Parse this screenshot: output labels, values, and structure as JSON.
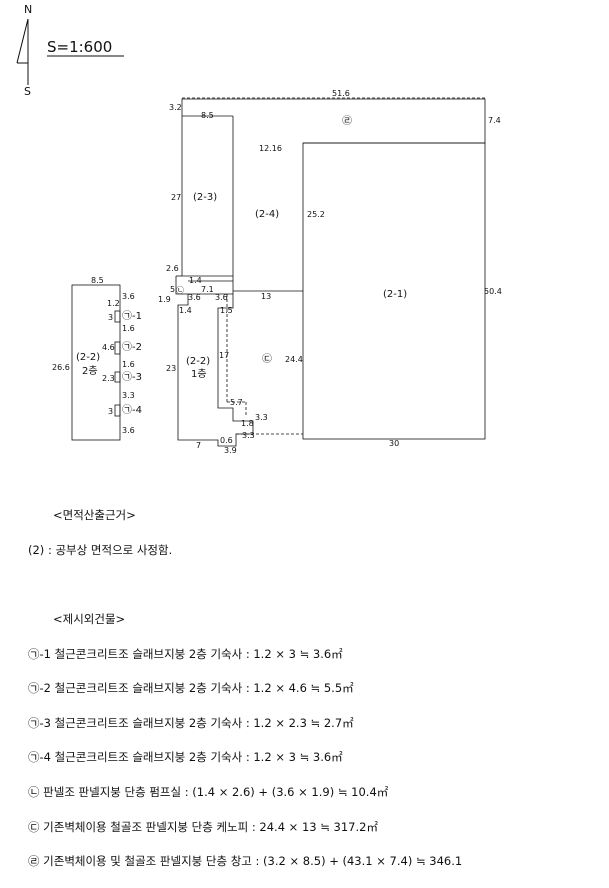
{
  "header": {
    "north": "N",
    "south": "S",
    "scale": "S=1:600"
  },
  "areas": {
    "a2_1": "(2-1)",
    "a2_2": "(2-2)",
    "a2_2_floor": "1층",
    "a2_2b": "(2-2)",
    "a2_2b_floor": "2층",
    "a2_3": "(2-3)",
    "a2_4": "(2-4)",
    "circ_d": "㉣",
    "circ_c": "㉢",
    "circ_b": "㉡",
    "g1": "㉠-1",
    "g2": "㉠-2",
    "g3": "㉠-3",
    "g4": "㉠-4"
  },
  "dims": {
    "d51_6": "51.6",
    "d3_2": "3.2",
    "d8_5": "8.5",
    "d7_4": "7.4",
    "d12_16": "12.16",
    "d27": "27",
    "d25_2": "25.2",
    "d50_4": "50.4",
    "d2_6": "2.6",
    "d1_4a": "1.4",
    "d7_1": "7.1",
    "d5": "5",
    "d1_9": "1.9",
    "d3_6a": "3.6",
    "d3_6b": "3.6",
    "d13": "13",
    "d1_4b": "1.4",
    "d1_5": "1.5",
    "d17": "17",
    "d23": "23",
    "d24_4": "24.4",
    "d5_7": "5.7",
    "d3_3a": "3.3",
    "d1_8": "1.8",
    "d3_3b": "3.3",
    "d7": "7",
    "d0_6": "0.6",
    "d3_9": "3.9",
    "d30": "30",
    "l8_5": "8.5",
    "l3_6a": "3.6",
    "l1_2": "1.2",
    "l3a": "3",
    "l1_6a": "1.6",
    "l4_6": "4.6",
    "l1_6b": "1.6",
    "l26_6": "26.6",
    "l2_3": "2.3",
    "l3_3": "3.3",
    "l3b": "3",
    "l3_6b": "3.6"
  },
  "notes": {
    "basis_title": "<면적산출근거>",
    "basis_text": "(2) : 공부상 면적으로 사정함.",
    "excluded_title": "<제시외건물>",
    "items": [
      "㉠-1 철근콘크리트조 슬래브지붕 2층 기숙사 : 1.2 × 3 ≒ 3.6㎡",
      "㉠-2 철근콘크리트조 슬래브지붕 2층 기숙사 : 1.2 × 4.6 ≒ 5.5㎡",
      "㉠-3 철근콘크리트조 슬래브지붕 2층 기숙사 : 1.2 × 2.3 ≒ 2.7㎡",
      "㉠-4 철근콘크리트조 슬래브지붕 2층 기숙사 : 1.2 × 3 ≒ 3.6㎡",
      "㉡ 판넬조 판넬지붕 단층 펌프실 : (1.4 × 2.6) + (3.6 × 1.9) ≒ 10.4㎡",
      "㉢ 기존벽체이용 철골조 판넬지붕 단층 케노피 : 24.4 × 13 ≒ 317.2㎡",
      "㉣ 기존벽체이용 및 철골조 판넬지붕 단층 창고 : (3.2 × 8.5) + (43.1 × 7.4) ≒ 346.1"
    ]
  }
}
